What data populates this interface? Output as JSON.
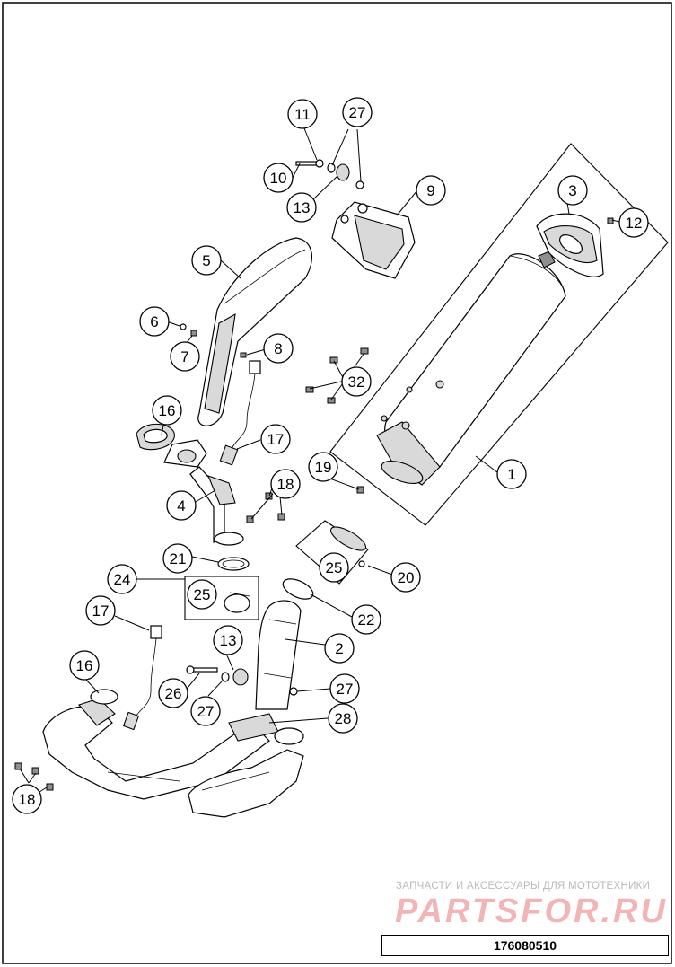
{
  "watermark": {
    "tagline": "ЗАПЧАСТИ И АКСЕССУАРЫ ДЛЯ МОТОТЕХНИКИ",
    "logo": "PARTSFOR.RU"
  },
  "drawing_number": "176080510",
  "callouts": [
    {
      "id": "c1",
      "label": "1"
    },
    {
      "id": "c2",
      "label": "2"
    },
    {
      "id": "c3",
      "label": "3"
    },
    {
      "id": "c4",
      "label": "4"
    },
    {
      "id": "c5",
      "label": "5"
    },
    {
      "id": "c6",
      "label": "6"
    },
    {
      "id": "c7",
      "label": "7"
    },
    {
      "id": "c8",
      "label": "8"
    },
    {
      "id": "c9",
      "label": "9"
    },
    {
      "id": "c10",
      "label": "10"
    },
    {
      "id": "c11",
      "label": "11"
    },
    {
      "id": "c12",
      "label": "12"
    },
    {
      "id": "c13a",
      "label": "13"
    },
    {
      "id": "c13b",
      "label": "13"
    },
    {
      "id": "c16a",
      "label": "16"
    },
    {
      "id": "c16b",
      "label": "16"
    },
    {
      "id": "c17a",
      "label": "17"
    },
    {
      "id": "c17b",
      "label": "17"
    },
    {
      "id": "c18a",
      "label": "18"
    },
    {
      "id": "c18b",
      "label": "18"
    },
    {
      "id": "c19",
      "label": "19"
    },
    {
      "id": "c20",
      "label": "20"
    },
    {
      "id": "c21",
      "label": "21"
    },
    {
      "id": "c22",
      "label": "22"
    },
    {
      "id": "c24",
      "label": "24"
    },
    {
      "id": "c25a",
      "label": "25"
    },
    {
      "id": "c25b",
      "label": "25"
    },
    {
      "id": "c26",
      "label": "26"
    },
    {
      "id": "c27a",
      "label": "27"
    },
    {
      "id": "c27b",
      "label": "27"
    },
    {
      "id": "c27c",
      "label": "27"
    },
    {
      "id": "c28",
      "label": "28"
    },
    {
      "id": "c32",
      "label": "32"
    }
  ]
}
